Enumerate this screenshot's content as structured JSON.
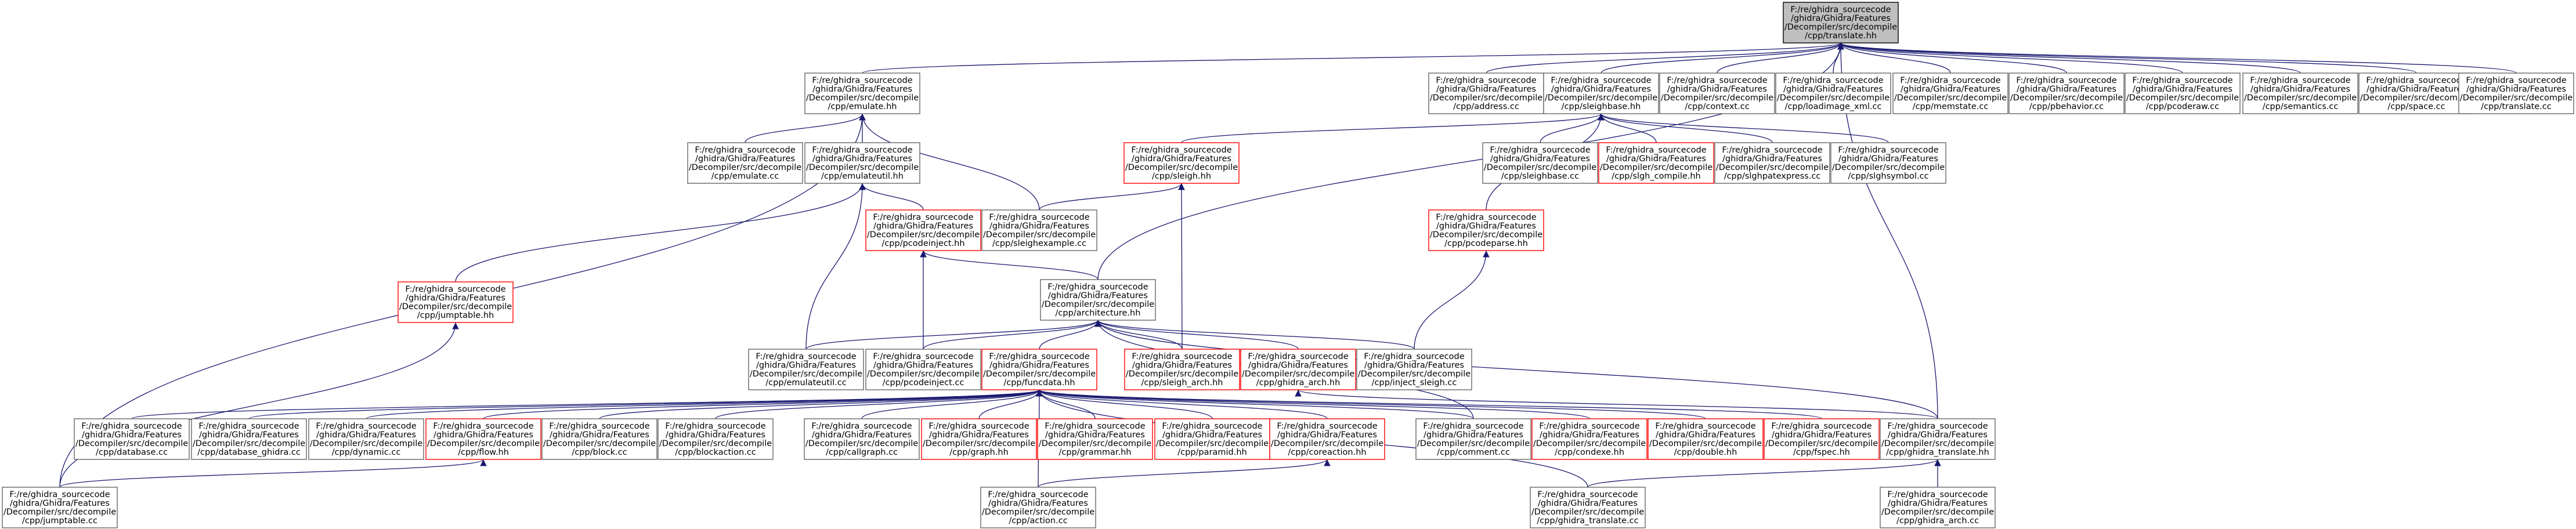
{
  "nodes": [
    {
      "id": "translate_hh",
      "kind": "root",
      "lines": [
        "F:/re/ghidra_sourcecode",
        "/ghidra/Ghidra/Features",
        "/Decompiler/src/decompile",
        "/cpp/translate.hh"
      ]
    },
    {
      "id": "emulate_hh",
      "kind": "normal",
      "lines": [
        "F:/re/ghidra_sourcecode",
        "/ghidra/Ghidra/Features",
        "/Decompiler/src/decompile",
        "/cpp/emulate.hh"
      ]
    },
    {
      "id": "address_cc",
      "kind": "normal",
      "lines": [
        "F:/re/ghidra_sourcecode",
        "/ghidra/Ghidra/Features",
        "/Decompiler/src/decompile",
        "/cpp/address.cc"
      ]
    },
    {
      "id": "sleighbase_hh",
      "kind": "normal",
      "lines": [
        "F:/re/ghidra_sourcecode",
        "/ghidra/Ghidra/Features",
        "/Decompiler/src/decompile",
        "/cpp/sleighbase.hh"
      ]
    },
    {
      "id": "context_cc",
      "kind": "normal",
      "lines": [
        "F:/re/ghidra_sourcecode",
        "/ghidra/Ghidra/Features",
        "/Decompiler/src/decompile",
        "/cpp/context.cc"
      ]
    },
    {
      "id": "loadimage_xml_cc",
      "kind": "normal",
      "lines": [
        "F:/re/ghidra_sourcecode",
        "/ghidra/Ghidra/Features",
        "/Decompiler/src/decompile",
        "/cpp/loadimage_xml.cc"
      ]
    },
    {
      "id": "memstate_cc",
      "kind": "normal",
      "lines": [
        "F:/re/ghidra_sourcecode",
        "/ghidra/Ghidra/Features",
        "/Decompiler/src/decompile",
        "/cpp/memstate.cc"
      ]
    },
    {
      "id": "pcodeparse_cc",
      "kind": "normal",
      "lines": [
        "F:/re/ghidra_sourcecode",
        "/ghidra/Ghidra/Features",
        "/Decompiler/src/decompile",
        "/cpp/pbehavior.cc"
      ]
    },
    {
      "id": "pcoderaw_cc",
      "kind": "normal",
      "lines": [
        "F:/re/ghidra_sourcecode",
        "/ghidra/Ghidra/Features",
        "/Decompiler/src/decompile",
        "/cpp/pcoderaw.cc"
      ]
    },
    {
      "id": "semantics_cc",
      "kind": "normal",
      "lines": [
        "F:/re/ghidra_sourcecode",
        "/ghidra/Ghidra/Features",
        "/Decompiler/src/decompile",
        "/cpp/semantics.cc"
      ]
    },
    {
      "id": "space_cc",
      "kind": "normal",
      "lines": [
        "F:/re/ghidra_sourcecode",
        "/ghidra/Ghidra/Features",
        "/Decompiler/src/decompile",
        "/cpp/space.cc"
      ]
    },
    {
      "id": "translate_cc",
      "kind": "normal",
      "lines": [
        "F:/re/ghidra_sourcecode",
        "/ghidra/Ghidra/Features",
        "/Decompiler/src/decompile",
        "/cpp/translate.cc"
      ]
    },
    {
      "id": "emulate_cc",
      "kind": "normal",
      "lines": [
        "F:/re/ghidra_sourcecode",
        "/ghidra/Ghidra/Features",
        "/Decompiler/src/decompile",
        "/cpp/emulate.cc"
      ]
    },
    {
      "id": "emulateutil_hh",
      "kind": "normal",
      "lines": [
        "F:/re/ghidra_sourcecode",
        "/ghidra/Ghidra/Features",
        "/Decompiler/src/decompile",
        "/cpp/emulateutil.hh"
      ]
    },
    {
      "id": "sleigh_hh",
      "kind": "red",
      "lines": [
        "F:/re/ghidra_sourcecode",
        "/ghidra/Ghidra/Features",
        "/Decompiler/src/decompile",
        "/cpp/sleigh.hh"
      ]
    },
    {
      "id": "sleighbase_cc",
      "kind": "normal",
      "lines": [
        "F:/re/ghidra_sourcecode",
        "/ghidra/Ghidra/Features",
        "/Decompiler/src/decompile",
        "/cpp/sleighbase.cc"
      ]
    },
    {
      "id": "slgh_compile_hh",
      "kind": "red",
      "lines": [
        "F:/re/ghidra_sourcecode",
        "/ghidra/Ghidra/Features",
        "/Decompiler/src/decompile",
        "/cpp/slgh_compile.hh"
      ]
    },
    {
      "id": "slghpatexpress_cc",
      "kind": "normal",
      "lines": [
        "F:/re/ghidra_sourcecode",
        "/ghidra/Ghidra/Features",
        "/Decompiler/src/decompile",
        "/cpp/slghpatexpress.cc"
      ]
    },
    {
      "id": "slghsymbol_cc",
      "kind": "normal",
      "lines": [
        "F:/re/ghidra_sourcecode",
        "/ghidra/Ghidra/Features",
        "/Decompiler/src/decompile",
        "/cpp/slghsymbol.cc"
      ]
    },
    {
      "id": "pcodeinject_hh",
      "kind": "red",
      "lines": [
        "F:/re/ghidra_sourcecode",
        "/ghidra/Ghidra/Features",
        "/Decompiler/src/decompile",
        "/cpp/pcodeinject.hh"
      ]
    },
    {
      "id": "sleighexample_cc",
      "kind": "normal",
      "lines": [
        "F:/re/ghidra_sourcecode",
        "/ghidra/Ghidra/Features",
        "/Decompiler/src/decompile",
        "/cpp/sleighexample.cc"
      ]
    },
    {
      "id": "pcodeparse_hh",
      "kind": "red",
      "lines": [
        "F:/re/ghidra_sourcecode",
        "/ghidra/Ghidra/Features",
        "/Decompiler/src/decompile",
        "/cpp/pcodeparse.hh"
      ]
    },
    {
      "id": "jumptable_hh",
      "kind": "red",
      "lines": [
        "F:/re/ghidra_sourcecode",
        "/ghidra/Ghidra/Features",
        "/Decompiler/src/decompile",
        "/cpp/jumptable.hh"
      ]
    },
    {
      "id": "architecture_hh",
      "kind": "normal",
      "lines": [
        "F:/re/ghidra_sourcecode",
        "/ghidra/Ghidra/Features",
        "/Decompiler/src/decompile",
        "/cpp/architecture.hh"
      ]
    },
    {
      "id": "emulateutil_cc",
      "kind": "normal",
      "lines": [
        "F:/re/ghidra_sourcecode",
        "/ghidra/Ghidra/Features",
        "/Decompiler/src/decompile",
        "/cpp/emulateutil.cc"
      ]
    },
    {
      "id": "pcodeinject_cc",
      "kind": "normal",
      "lines": [
        "F:/re/ghidra_sourcecode",
        "/ghidra/Ghidra/Features",
        "/Decompiler/src/decompile",
        "/cpp/pcodeinject.cc"
      ]
    },
    {
      "id": "funcdata_hh",
      "kind": "red",
      "lines": [
        "F:/re/ghidra_sourcecode",
        "/ghidra/Ghidra/Features",
        "/Decompiler/src/decompile",
        "/cpp/funcdata.hh"
      ]
    },
    {
      "id": "sleigh_arch_hh",
      "kind": "red",
      "lines": [
        "F:/re/ghidra_sourcecode",
        "/ghidra/Ghidra/Features",
        "/Decompiler/src/decompile",
        "/cpp/sleigh_arch.hh"
      ]
    },
    {
      "id": "ghidra_arch_hh",
      "kind": "red",
      "lines": [
        "F:/re/ghidra_sourcecode",
        "/ghidra/Ghidra/Features",
        "/Decompiler/src/decompile",
        "/cpp/ghidra_arch.hh"
      ]
    },
    {
      "id": "inject_sleigh_cc",
      "kind": "normal",
      "lines": [
        "F:/re/ghidra_sourcecode",
        "/ghidra/Ghidra/Features",
        "/Decompiler/src/decompile",
        "/cpp/inject_sleigh.cc"
      ]
    },
    {
      "id": "database_cc",
      "kind": "normal",
      "lines": [
        "F:/re/ghidra_sourcecode",
        "/ghidra/Ghidra/Features",
        "/Decompiler/src/decompile",
        "/cpp/database.cc"
      ]
    },
    {
      "id": "database_ghidra_cc",
      "kind": "normal",
      "lines": [
        "F:/re/ghidra_sourcecode",
        "/ghidra/Ghidra/Features",
        "/Decompiler/src/decompile",
        "/cpp/database_ghidra.cc"
      ]
    },
    {
      "id": "dynamic_cc",
      "kind": "normal",
      "lines": [
        "F:/re/ghidra_sourcecode",
        "/ghidra/Ghidra/Features",
        "/Decompiler/src/decompile",
        "/cpp/dynamic.cc"
      ]
    },
    {
      "id": "flow_hh",
      "kind": "red",
      "lines": [
        "F:/re/ghidra_sourcecode",
        "/ghidra/Ghidra/Features",
        "/Decompiler/src/decompile",
        "/cpp/flow.hh"
      ]
    },
    {
      "id": "block_cc",
      "kind": "normal",
      "lines": [
        "F:/re/ghidra_sourcecode",
        "/ghidra/Ghidra/Features",
        "/Decompiler/src/decompile",
        "/cpp/block.cc"
      ]
    },
    {
      "id": "blockaction_cc",
      "kind": "normal",
      "lines": [
        "F:/re/ghidra_sourcecode",
        "/ghidra/Ghidra/Features",
        "/Decompiler/src/decompile",
        "/cpp/blockaction.cc"
      ]
    },
    {
      "id": "callgraph_cc",
      "kind": "normal",
      "lines": [
        "F:/re/ghidra_sourcecode",
        "/ghidra/Ghidra/Features",
        "/Decompiler/src/decompile",
        "/cpp/callgraph.cc"
      ]
    },
    {
      "id": "graph_hh",
      "kind": "red",
      "lines": [
        "F:/re/ghidra_sourcecode",
        "/ghidra/Ghidra/Features",
        "/Decompiler/src/decompile",
        "/cpp/graph.hh"
      ]
    },
    {
      "id": "grammar_hh",
      "kind": "red",
      "lines": [
        "F:/re/ghidra_sourcecode",
        "/ghidra/Ghidra/Features",
        "/Decompiler/src/decompile",
        "/cpp/grammar.hh"
      ]
    },
    {
      "id": "paramid_hh",
      "kind": "red",
      "lines": [
        "F:/re/ghidra_sourcecode",
        "/ghidra/Ghidra/Features",
        "/Decompiler/src/decompile",
        "/cpp/paramid.hh"
      ]
    },
    {
      "id": "coreaction_hh",
      "kind": "red",
      "lines": [
        "F:/re/ghidra_sourcecode",
        "/ghidra/Ghidra/Features",
        "/Decompiler/src/decompile",
        "/cpp/coreaction.hh"
      ]
    },
    {
      "id": "comment_cc",
      "kind": "normal",
      "lines": [
        "F:/re/ghidra_sourcecode",
        "/ghidra/Ghidra/Features",
        "/Decompiler/src/decompile",
        "/cpp/comment.cc"
      ]
    },
    {
      "id": "condexe_hh",
      "kind": "red",
      "lines": [
        "F:/re/ghidra_sourcecode",
        "/ghidra/Ghidra/Features",
        "/Decompiler/src/decompile",
        "/cpp/condexe.hh"
      ]
    },
    {
      "id": "double_hh",
      "kind": "red",
      "lines": [
        "F:/re/ghidra_sourcecode",
        "/ghidra/Ghidra/Features",
        "/Decompiler/src/decompile",
        "/cpp/double.hh"
      ]
    },
    {
      "id": "fspec_hh",
      "kind": "red",
      "lines": [
        "F:/re/ghidra_sourcecode",
        "/ghidra/Ghidra/Features",
        "/Decompiler/src/decompile",
        "/cpp/fspec.hh"
      ]
    },
    {
      "id": "ghidra_translate_hh",
      "kind": "normal",
      "lines": [
        "F:/re/ghidra_sourcecode",
        "/ghidra/Ghidra/Features",
        "/Decompiler/src/decompile",
        "/cpp/ghidra_translate.hh"
      ]
    },
    {
      "id": "jumptable_cc",
      "kind": "normal",
      "lines": [
        "F:/re/ghidra_sourcecode",
        "/ghidra/Ghidra/Features",
        "/Decompiler/src/decompile",
        "/cpp/jumptable.cc"
      ]
    },
    {
      "id": "action_cc",
      "kind": "normal",
      "lines": [
        "F:/re/ghidra_sourcecode",
        "/ghidra/Ghidra/Features",
        "/Decompiler/src/decompile",
        "/cpp/action.cc"
      ]
    },
    {
      "id": "ghidra_translate_cc",
      "kind": "normal",
      "lines": [
        "F:/re/ghidra_sourcecode",
        "/ghidra/Ghidra/Features",
        "/Decompiler/src/decompile",
        "/cpp/ghidra_translate.cc"
      ]
    },
    {
      "id": "ghidra_arch_cc",
      "kind": "normal",
      "lines": [
        "F:/re/ghidra_sourcecode",
        "/ghidra/Ghidra/Features",
        "/Decompiler/src/decompile",
        "/cpp/ghidra_arch.cc"
      ]
    }
  ],
  "edges": [
    [
      "emulate_hh",
      "translate_hh"
    ],
    [
      "address_cc",
      "translate_hh"
    ],
    [
      "sleighbase_hh",
      "translate_hh"
    ],
    [
      "context_cc",
      "translate_hh"
    ],
    [
      "loadimage_xml_cc",
      "translate_hh"
    ],
    [
      "memstate_cc",
      "translate_hh"
    ],
    [
      "pcodeparse_cc",
      "translate_hh"
    ],
    [
      "pcoderaw_cc",
      "translate_hh"
    ],
    [
      "semantics_cc",
      "translate_hh"
    ],
    [
      "space_cc",
      "translate_hh"
    ],
    [
      "translate_cc",
      "translate_hh"
    ],
    [
      "architecture_hh",
      "translate_hh"
    ],
    [
      "ghidra_translate_hh",
      "translate_hh"
    ],
    [
      "emulate_cc",
      "emulate_hh"
    ],
    [
      "emulateutil_hh",
      "emulate_hh"
    ],
    [
      "sleighexample_cc",
      "emulate_hh"
    ],
    [
      "jumptable_cc",
      "emulate_hh"
    ],
    [
      "sleigh_hh",
      "sleighbase_hh"
    ],
    [
      "sleighbase_cc",
      "sleighbase_hh"
    ],
    [
      "slgh_compile_hh",
      "sleighbase_hh"
    ],
    [
      "slghpatexpress_cc",
      "sleighbase_hh"
    ],
    [
      "slghsymbol_cc",
      "sleighbase_hh"
    ],
    [
      "pcodeparse_hh",
      "sleighbase_hh"
    ],
    [
      "pcodeinject_hh",
      "emulateutil_hh"
    ],
    [
      "jumptable_hh",
      "emulateutil_hh"
    ],
    [
      "emulateutil_cc",
      "emulateutil_hh"
    ],
    [
      "sleighexample_cc",
      "sleigh_hh"
    ],
    [
      "sleigh_arch_hh",
      "sleigh_hh"
    ],
    [
      "pcodeinject_cc",
      "pcodeinject_hh"
    ],
    [
      "architecture_hh",
      "pcodeinject_hh"
    ],
    [
      "inject_sleigh_cc",
      "pcodeparse_hh"
    ],
    [
      "jumptable_cc",
      "jumptable_hh"
    ],
    [
      "emulateutil_cc",
      "architecture_hh"
    ],
    [
      "pcodeinject_cc",
      "architecture_hh"
    ],
    [
      "funcdata_hh",
      "architecture_hh"
    ],
    [
      "sleigh_arch_hh",
      "architecture_hh"
    ],
    [
      "ghidra_arch_hh",
      "architecture_hh"
    ],
    [
      "inject_sleigh_cc",
      "architecture_hh"
    ],
    [
      "comment_cc",
      "architecture_hh"
    ],
    [
      "ghidra_translate_hh",
      "architecture_hh"
    ],
    [
      "database_cc",
      "funcdata_hh"
    ],
    [
      "database_ghidra_cc",
      "funcdata_hh"
    ],
    [
      "dynamic_cc",
      "funcdata_hh"
    ],
    [
      "flow_hh",
      "funcdata_hh"
    ],
    [
      "block_cc",
      "funcdata_hh"
    ],
    [
      "blockaction_cc",
      "funcdata_hh"
    ],
    [
      "callgraph_cc",
      "funcdata_hh"
    ],
    [
      "graph_hh",
      "funcdata_hh"
    ],
    [
      "grammar_hh",
      "funcdata_hh"
    ],
    [
      "paramid_hh",
      "funcdata_hh"
    ],
    [
      "coreaction_hh",
      "funcdata_hh"
    ],
    [
      "comment_cc",
      "funcdata_hh"
    ],
    [
      "condexe_hh",
      "funcdata_hh"
    ],
    [
      "double_hh",
      "funcdata_hh"
    ],
    [
      "fspec_hh",
      "funcdata_hh"
    ],
    [
      "action_cc",
      "funcdata_hh"
    ],
    [
      "ghidra_translate_cc",
      "funcdata_hh"
    ],
    [
      "jumptable_cc",
      "flow_hh"
    ],
    [
      "action_cc",
      "coreaction_hh"
    ],
    [
      "ghidra_translate_cc",
      "ghidra_translate_hh"
    ],
    [
      "ghidra_arch_cc",
      "ghidra_translate_hh"
    ],
    [
      "ghidra_translate_hh",
      "ghidra_arch_hh"
    ]
  ],
  "colors": {
    "edge": "#191970",
    "node_border": "#666666",
    "red_border": "#ff0000",
    "root_fill": "#bfbfbf"
  }
}
